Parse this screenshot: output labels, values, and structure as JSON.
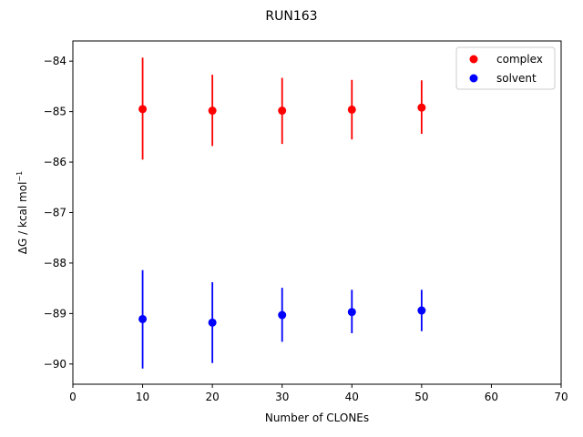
{
  "chart_data": {
    "type": "scatter",
    "title": "RUN163",
    "xlabel": "Number of CLONEs",
    "ylabel_main": "ΔG / kcal mol",
    "ylabel_sup": "−1",
    "xlim": [
      0,
      70
    ],
    "ylim": [
      -90.4,
      -83.6
    ],
    "xticks": [
      0,
      10,
      20,
      30,
      40,
      50,
      60,
      70
    ],
    "xtick_labels": [
      "0",
      "10",
      "20",
      "30",
      "40",
      "50",
      "60",
      "70"
    ],
    "yticks": [
      -84,
      -85,
      -86,
      -87,
      -88,
      -89,
      -90
    ],
    "ytick_labels": [
      "−84",
      "−85",
      "−86",
      "−87",
      "−88",
      "−89",
      "−90"
    ],
    "grid": false,
    "legend_position": "top-right",
    "series": [
      {
        "name": "complex",
        "color": "#ff0000",
        "x": [
          10,
          20,
          30,
          40,
          50
        ],
        "y": [
          -84.95,
          -84.98,
          -84.98,
          -84.96,
          -84.92
        ],
        "yerr_low": [
          -85.95,
          -85.68,
          -85.64,
          -85.55,
          -85.44
        ],
        "yerr_high": [
          -83.93,
          -84.27,
          -84.33,
          -84.37,
          -84.38
        ]
      },
      {
        "name": "solvent",
        "color": "#0000ff",
        "x": [
          10,
          20,
          30,
          40,
          50
        ],
        "y": [
          -89.11,
          -89.18,
          -89.03,
          -88.97,
          -88.94
        ],
        "yerr_low": [
          -90.09,
          -89.98,
          -89.56,
          -89.39,
          -89.35
        ],
        "yerr_high": [
          -88.14,
          -88.38,
          -88.49,
          -88.53,
          -88.53
        ]
      }
    ]
  }
}
